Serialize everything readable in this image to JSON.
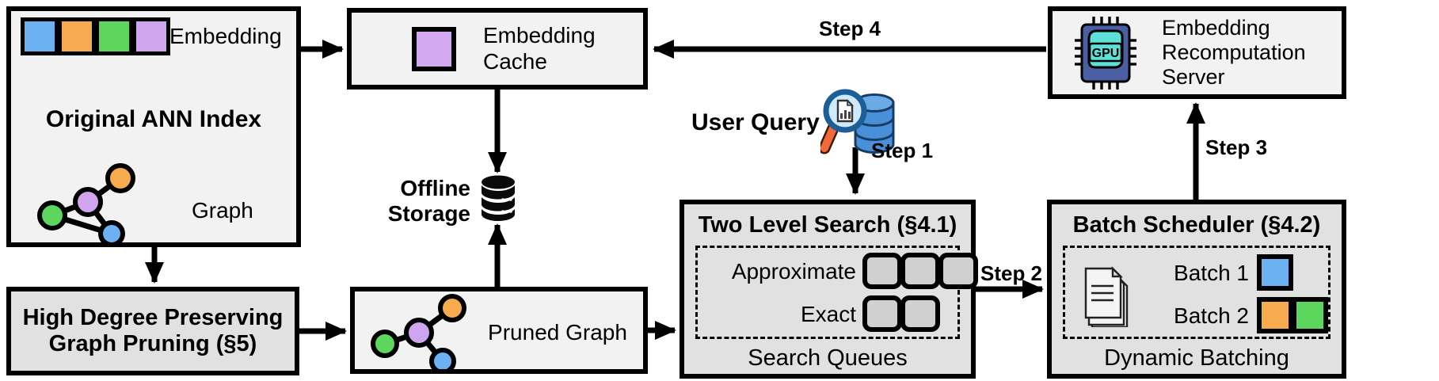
{
  "boxes": {
    "original_index": {
      "title": "Original ANN Index",
      "embedding_label": "Embedding",
      "graph_label": "Graph"
    },
    "embedding_cache": {
      "label": "Embedding Cache"
    },
    "offline_storage": {
      "label": "Offline Storage"
    },
    "recomputation_server": {
      "label": "Embedding Recomputation Server",
      "chip_label": "GPU"
    },
    "two_level_search": {
      "title": "Two Level Search (§4.1)",
      "approximate_label": "Approximate",
      "exact_label": "Exact",
      "caption": "Search Queues",
      "approximate_slot_count": 3,
      "exact_slot_count": 2
    },
    "batch_scheduler": {
      "title": "Batch Scheduler (§4.2)",
      "batch1_label": "Batch 1",
      "batch2_label": "Batch 2",
      "caption": "Dynamic Batching"
    },
    "graph_pruning": {
      "line1": "High Degree Preserving",
      "line2": "Graph Pruning (§5)"
    },
    "pruned_graph": {
      "label": "Pruned Graph"
    }
  },
  "annotations": {
    "user_query": "User Query",
    "step1": "Step 1",
    "step2": "Step 2",
    "step3": "Step 3",
    "step4": "Step 4"
  },
  "colors": {
    "node_blue": "#6cb2f2",
    "node_orange": "#f7ab4f",
    "node_green": "#5cd65c",
    "node_purple": "#cfa5f0",
    "cache_chip_purple": "#d2a9f0",
    "gpu_chip_body": "#4a5ea3",
    "gpu_chip_core": "#5ce0d8",
    "query_db_blue": "#4a90d9",
    "magnifier_handle_orange": "#f2693a",
    "box_fill_light": "#f2f2f2",
    "box_fill_gray": "#e1e1e1"
  }
}
